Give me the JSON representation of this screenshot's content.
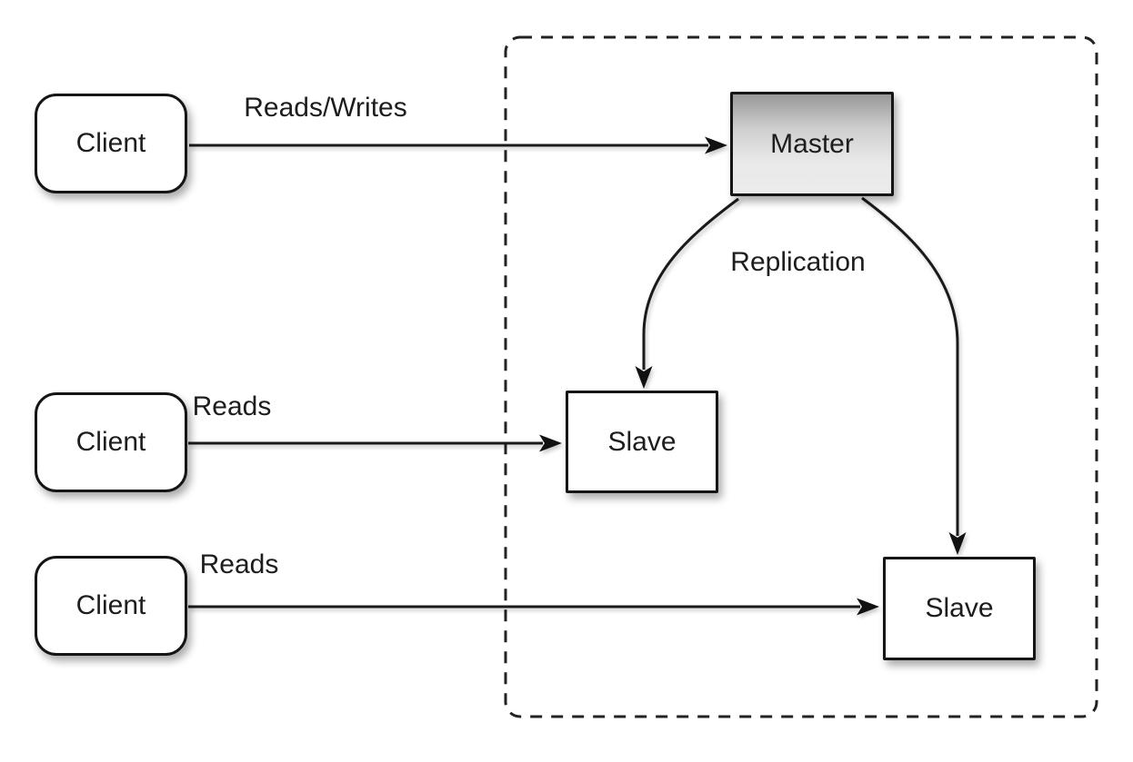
{
  "diagram": {
    "description": "Master-slave replication diagram",
    "nodes": [
      {
        "id": "client-1",
        "label": "Client",
        "shape": "rounded-rectangle"
      },
      {
        "id": "client-2",
        "label": "Client",
        "shape": "rounded-rectangle"
      },
      {
        "id": "client-3",
        "label": "Client",
        "shape": "rounded-rectangle"
      },
      {
        "id": "master",
        "label": "Master",
        "shape": "rectangle-gradient"
      },
      {
        "id": "slave-1",
        "label": "Slave",
        "shape": "rectangle"
      },
      {
        "id": "slave-2",
        "label": "Slave",
        "shape": "rectangle"
      }
    ],
    "edges": [
      {
        "from": "client-1",
        "to": "master",
        "label": "Reads/Writes",
        "style": "straight"
      },
      {
        "from": "client-2",
        "to": "slave-1",
        "label": "Reads",
        "style": "straight"
      },
      {
        "from": "client-3",
        "to": "slave-2",
        "label": "Reads",
        "style": "straight"
      },
      {
        "from": "master",
        "to": "slave-1",
        "label": "Replication",
        "style": "curved"
      },
      {
        "from": "master",
        "to": "slave-2",
        "label": "",
        "style": "curved"
      }
    ],
    "boundary": {
      "type": "dashed-rounded-rectangle",
      "contains": [
        "master",
        "slave-1",
        "slave-2"
      ]
    },
    "colors": {
      "background": "#ffffff",
      "stroke": "#1a1a1a",
      "node_fill": "#ffffff",
      "master_gradient_top": "#989898",
      "master_gradient_bottom": "#ececec",
      "text": "#1d1d1d"
    }
  }
}
